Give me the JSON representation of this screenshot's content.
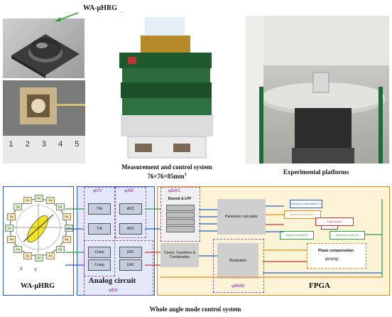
{
  "figure": {
    "top_label": "WA-μHRG",
    "photo_caption_system_line1": "Measurement and control system",
    "photo_caption_system_line2": "76×76×85mm",
    "photo_caption_system_sup": "3",
    "photo_caption_platform": "Experimental platforms",
    "ruler_numbers": [
      "1",
      "2",
      "3",
      "4",
      "5"
    ],
    "bottom_caption": "Whole angle mode control system"
  },
  "diagram": {
    "gyro_label": "WA-μHRG",
    "analog_label": "Analog circuit",
    "fpga_label": "FPGA",
    "phi_cv": "φCV",
    "phi_ad": "φAD",
    "phi_dac": "φDAC",
    "phi_da": "φDA",
    "phi_mod": "φMOD",
    "tia": "TIA",
    "adc": "ADC",
    "dac": "DAC",
    "comp": "Comp",
    "demod_title": "Demod & LPF",
    "param_calc": "Parameter calculator",
    "coord_transform": "Coord. Transform & Combination",
    "modulation": "Modulation",
    "phase_comp": "Phase compensation",
    "phi_comp": "φcomp",
    "pi_blocks": [
      "Damped compensation PI",
      "Quadrature control PI",
      "Phase controller PI",
      "PLL",
      "Amplitude control PI",
      "Angle control"
    ],
    "electrode_labels": [
      "Cx",
      "Dy",
      "Cy",
      "Dx",
      "Cx",
      "Dy",
      "Cy",
      "Dx",
      "Cx",
      "Dy",
      "Cy",
      "Dx",
      "Cx",
      "Dy",
      "Cy",
      "Dx"
    ],
    "axis_x": "X",
    "axis_y": "Y"
  },
  "colors": {
    "cv": "#9b59b6",
    "green_line": "#2e9e3e",
    "blue_line": "#2a5cc9",
    "red_line": "#d33030",
    "orange_line": "#e08a1e",
    "fpga_bg": "#fdf3d6",
    "gray_block": "#cfcfcf"
  }
}
